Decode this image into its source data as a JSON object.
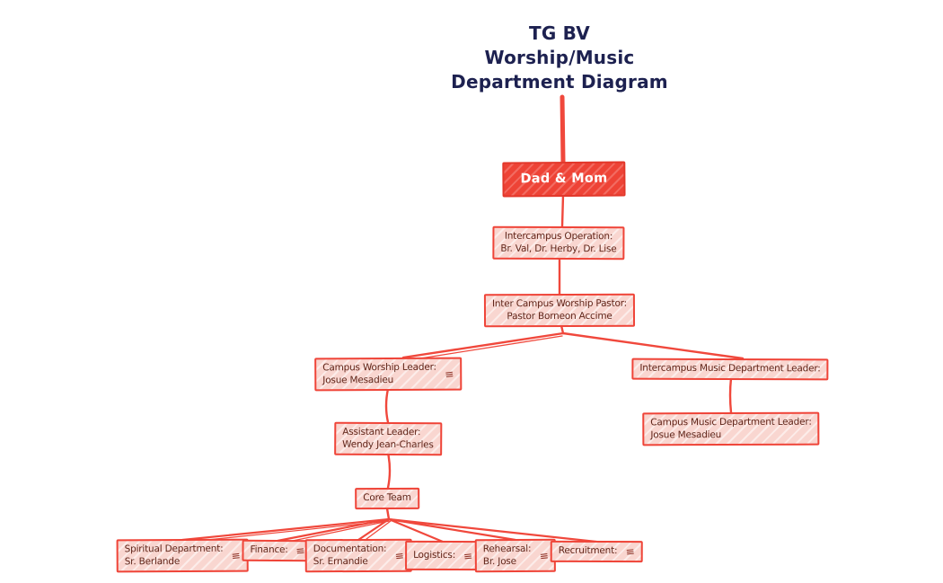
{
  "title": {
    "line1": "TG BV",
    "line2": "Worship/Music",
    "line3": "Department Diagram"
  },
  "colors": {
    "accent_red": "#ef4438",
    "node_fill": "#f9d6d0",
    "node_text": "#5f2418",
    "root_fill": "#ee4336",
    "root_text": "#ffffff",
    "title_text": "#1d2150",
    "background": "#ffffff"
  },
  "icons": {
    "notes": "≡"
  },
  "nodes": {
    "root": {
      "label": "Dad & Mom"
    },
    "operation": {
      "line1": "Intercampus Operation:",
      "line2": "Br. Val, Dr. Herby, Dr. Lise"
    },
    "pastor": {
      "line1": "Inter Campus Worship Pastor:",
      "line2": "Pastor Borneon Accime"
    },
    "campus_worship_leader": {
      "line1": "Campus Worship Leader:",
      "line2": "Josue Mesadieu"
    },
    "intercampus_music_leader": {
      "line1": "Intercampus Music Department Leader:"
    },
    "campus_music_leader": {
      "line1": "Campus Music Department Leader:",
      "line2": "Josue Mesadieu"
    },
    "assistant_leader": {
      "line1": "Assistant Leader:",
      "line2": "Wendy Jean-Charles"
    },
    "core_team": {
      "label": "Core Team"
    },
    "spiritual": {
      "line1": "Spiritual Department:",
      "line2": "Sr. Berlande"
    },
    "finance": {
      "line1": "Finance:"
    },
    "documentation": {
      "line1": "Documentation:",
      "line2": "Sr. Ernandie"
    },
    "logistics": {
      "line1": "Logistics:"
    },
    "rehearsal": {
      "line1": "Rehearsal:",
      "line2": "Br. Jose"
    },
    "recruitment": {
      "line1": "Recruitment:"
    }
  }
}
